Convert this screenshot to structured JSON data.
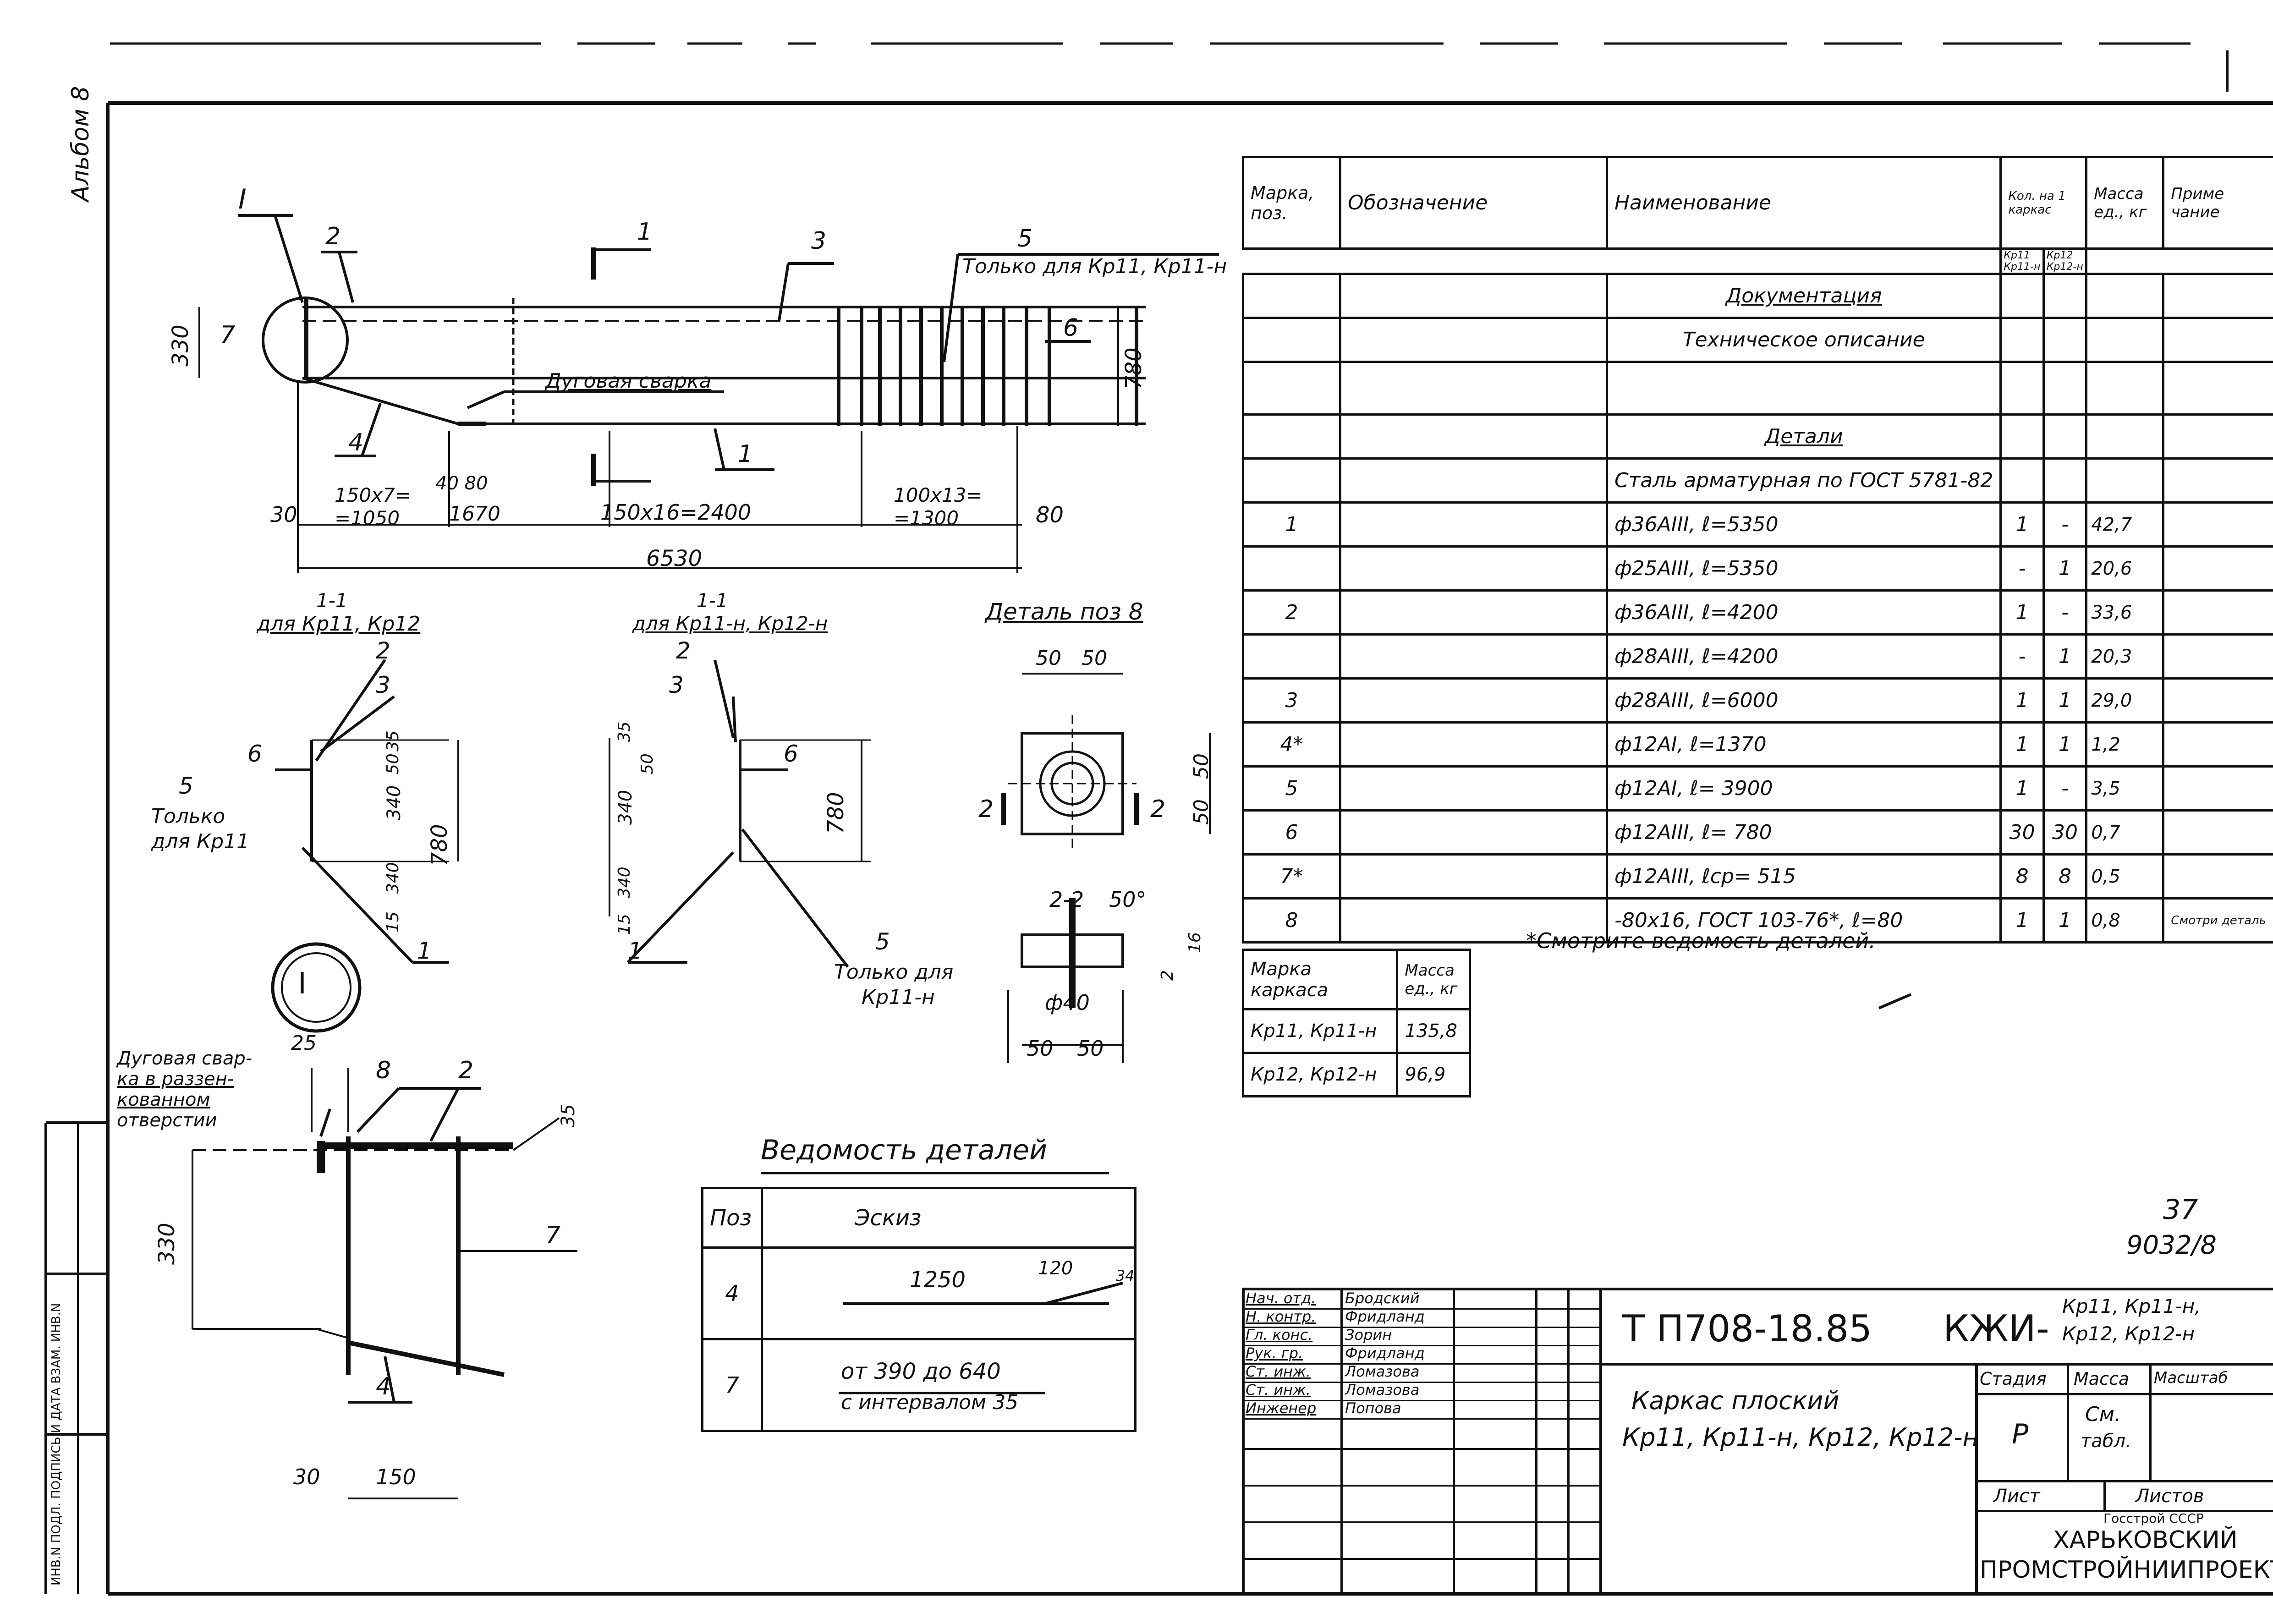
{
  "page": {
    "album": "Альбом 8",
    "page_number": "37",
    "sheet_code": "9032/8",
    "inventory_label": "ИНВ.N ПОДЛ. ПОДПИСЬ И ДАТА ВЗАМ. ИНВ.N"
  },
  "drawing": {
    "callout_I": "I",
    "marks": [
      "1",
      "2",
      "3",
      "4",
      "5",
      "6",
      "7",
      "8"
    ],
    "only_kr11": "Только для Кр11, Кр11-н",
    "arc_weld": "Дуговая сварка",
    "dim_330": "330",
    "dim_780": "780",
    "dim_30": "30",
    "dim_80": "80",
    "dim_150x7": "150х7=",
    "dim_1050": "=1050",
    "dim_40_80": "40 80",
    "dim_1670": "1670",
    "dim_150x16": "150х16=2400",
    "dim_100x13": "100х13=",
    "dim_1300": "=1300",
    "dim_6530": "6530",
    "sec1_title": "1-1",
    "sec1_sub": "для Кр11, Кр12",
    "sec2_title": "1-1",
    "sec2_sub": "для Кр11-н, Кр12-н",
    "only_kr11_short": "Только",
    "only_kr11_short2": "для Кр11",
    "only_kr11n": "Только для",
    "only_kr11n2": "Кр11-н",
    "d35": "35",
    "d50": "50",
    "d340": "340",
    "d340b": "340",
    "d15": "15",
    "detail8_title": "Деталь поз 8",
    "d50a": "50",
    "d50b": "50",
    "d50c": "50",
    "d50d": "50",
    "sec22": "2-2",
    "ang50": "50°",
    "phi40": "ф40",
    "d16": "16",
    "d2": "2",
    "d50e": "50",
    "d50f": "50",
    "weld_hole_1": "Дуговая свар-",
    "weld_hole_2": "ка в раззен-",
    "weld_hole_3": "кованном",
    "weld_hole_4": "отверстии",
    "d25": "25",
    "d35b": "35",
    "d330b": "330",
    "d30b": "30",
    "d150b": "150"
  },
  "spec_table": {
    "headers": {
      "mark": "Марка, поз.",
      "designation": "Обозначение",
      "name": "Наименование",
      "qty": "Кол. на 1 каркас",
      "qty_a": "Кр11 Кр11-н",
      "qty_b": "Кр12 Кр12-н",
      "mass": "Масса ед., кг",
      "note": "Приме чание"
    },
    "rows": [
      {
        "mark": "",
        "name": "Документация",
        "q1": "",
        "q2": "",
        "mass": "",
        "note": ""
      },
      {
        "mark": "",
        "name": "Техническое описание",
        "q1": "",
        "q2": "",
        "mass": "",
        "note": ""
      },
      {
        "mark": "",
        "name": "",
        "q1": "",
        "q2": "",
        "mass": "",
        "note": ""
      },
      {
        "mark": "",
        "name": "Детали",
        "q1": "",
        "q2": "",
        "mass": "",
        "note": ""
      },
      {
        "mark": "",
        "name": "Сталь арматурная по ГОСТ 5781-82",
        "q1": "",
        "q2": "",
        "mass": "",
        "note": ""
      },
      {
        "mark": "1",
        "name": "ф36АIII,      ℓ=5350",
        "q1": "1",
        "q2": "-",
        "mass": "42,7",
        "note": ""
      },
      {
        "mark": "",
        "name": "ф25АIII,      ℓ=5350",
        "q1": "-",
        "q2": "1",
        "mass": "20,6",
        "note": ""
      },
      {
        "mark": "2",
        "name": "ф36АIII,      ℓ=4200",
        "q1": "1",
        "q2": "-",
        "mass": "33,6",
        "note": ""
      },
      {
        "mark": "",
        "name": "ф28АIII,      ℓ=4200",
        "q1": "-",
        "q2": "1",
        "mass": "20,3",
        "note": ""
      },
      {
        "mark": "3",
        "name": "ф28АIII,      ℓ=6000",
        "q1": "1",
        "q2": "1",
        "mass": "29,0",
        "note": ""
      },
      {
        "mark": "4*",
        "name": "ф12АI,       ℓ=1370",
        "q1": "1",
        "q2": "1",
        "mass": "1,2",
        "note": ""
      },
      {
        "mark": "5",
        "name": "ф12АI,       ℓ= 3900",
        "q1": "1",
        "q2": "-",
        "mass": "3,5",
        "note": ""
      },
      {
        "mark": "6",
        "name": "ф12АIII,      ℓ= 780",
        "q1": "30",
        "q2": "30",
        "mass": "0,7",
        "note": ""
      },
      {
        "mark": "7*",
        "name": "ф12АIII,      ℓср= 515",
        "q1": "8",
        "q2": "8",
        "mass": "0,5",
        "note": ""
      },
      {
        "mark": "8",
        "name": "-80х16, ГОСТ 103-76*, ℓ=80",
        "q1": "1",
        "q2": "1",
        "mass": "0,8",
        "note": "Смотри деталь"
      }
    ],
    "footnote": "*Смотрите ведомость деталей."
  },
  "mass_table": {
    "h1": "Марка каркаса",
    "h2": "Масса ед., кг",
    "rows": [
      {
        "mark": "Кр11, Кр11-н",
        "mass": "135,8"
      },
      {
        "mark": "Кр12, Кр12-н",
        "mass": "96,9"
      }
    ]
  },
  "details_table": {
    "title": "Ведомость деталей",
    "h_pos": "Поз",
    "h_sketch": "Эскиз",
    "rows": [
      {
        "pos": "4",
        "sketch_a": "1250",
        "sketch_b": "120",
        "sketch_c": "34"
      },
      {
        "pos": "7",
        "sketch_a": "от 390 до 640",
        "sketch_b": "с интервалом 35",
        "sketch_c": ""
      }
    ]
  },
  "title_block": {
    "code": "Т П708-18.85",
    "kzhi": "КЖИ-",
    "kzhi_marks_1": "Кр11, Кр11-н,",
    "kzhi_marks_2": "Кр12, Кр12-н",
    "desc_1": "Каркас плоский",
    "desc_2": "Кр11, Кр11-н, Кр12, Кр12-н",
    "stage_h": "Стадия",
    "mass_h": "Масса",
    "scale_h": "Масштаб",
    "stage": "Р",
    "mass_val_1": "См.",
    "mass_val_2": "табл.",
    "sheet_h": "Лист",
    "sheets_h": "Листов",
    "org_1": "Госстрой СССР",
    "org_2": "ХАРЬКОВСКИЙ",
    "org_3": "ПРОМСТРОЙНИИПРОЕКТ",
    "people": [
      {
        "role": "Нач. отд.",
        "name": "Бродский"
      },
      {
        "role": "Н. контр.",
        "name": "Фридланд"
      },
      {
        "role": "Гл. конс.",
        "name": "Зорин"
      },
      {
        "role": "Рук. гр.",
        "name": "Фридланд"
      },
      {
        "role": "Ст. инж.",
        "name": "Ломазова"
      },
      {
        "role": "Ст. инж.",
        "name": "Ломазова"
      },
      {
        "role": "Инженер",
        "name": "Попова"
      }
    ]
  }
}
